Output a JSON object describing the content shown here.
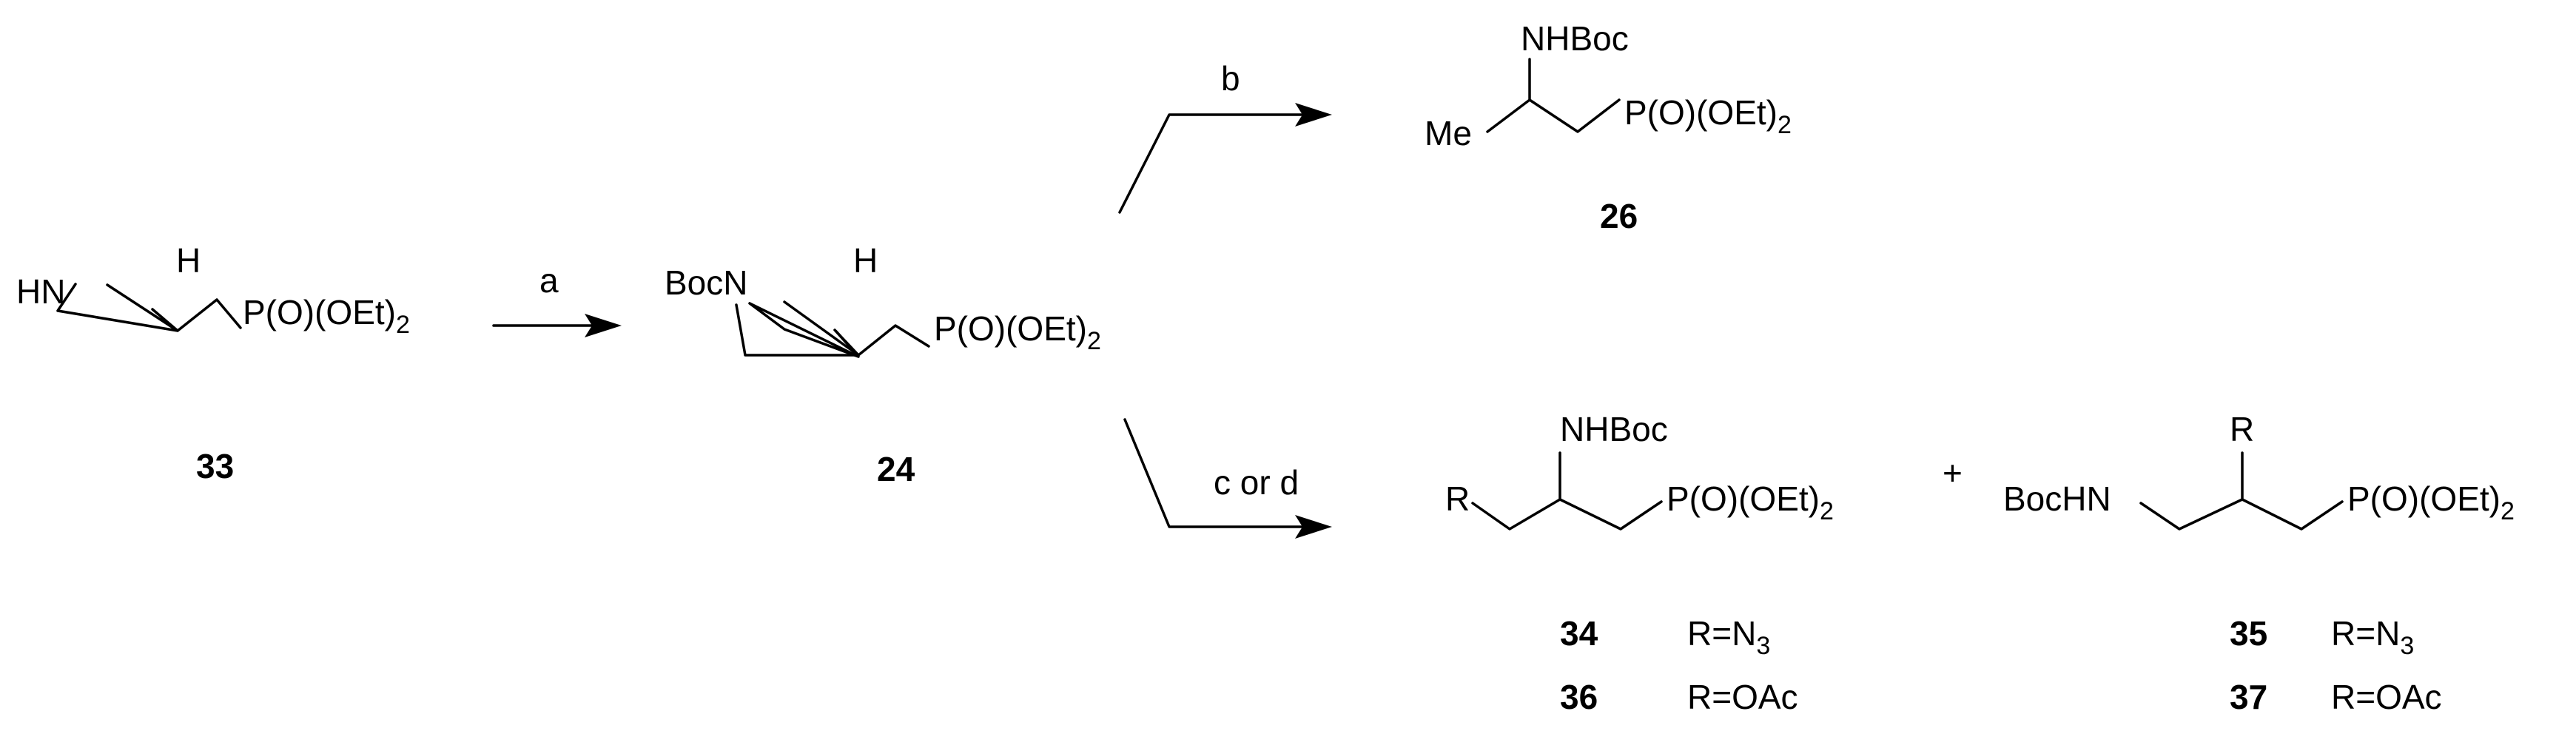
{
  "scheme": {
    "compound_33": {
      "nh": "HN",
      "h": "H",
      "phosphonate": "P(O)(OEt)",
      "phosphonate_sub": "2",
      "number": "33"
    },
    "step_a": {
      "label": "a"
    },
    "compound_24": {
      "bocn": "BocN",
      "h": "H",
      "phosphonate": "P(O)(OEt)",
      "phosphonate_sub": "2",
      "number": "24"
    },
    "step_b": {
      "label": "b"
    },
    "compound_26": {
      "nhboc": "NHBoc",
      "me": "Me",
      "phosphonate": "P(O)(OEt)",
      "phosphonate_sub": "2",
      "number": "26"
    },
    "step_cd": {
      "label": "c or d"
    },
    "compound_34_36": {
      "nhboc": "NHBoc",
      "r": "R",
      "phosphonate": "P(O)(OEt)",
      "phosphonate_sub": "2"
    },
    "plus": "+",
    "compound_35_37": {
      "bochn": "BocHN",
      "r": "R",
      "phosphonate": "P(O)(OEt)",
      "phosphonate_sub": "2"
    },
    "labels": {
      "num_34": "34",
      "r_34": "R=N",
      "r_34_sub": "3",
      "num_36": "36",
      "r_36": "R=OAc",
      "num_35": "35",
      "r_35": "R=N",
      "r_35_sub": "3",
      "num_37": "37",
      "r_37": "R=OAc"
    }
  }
}
